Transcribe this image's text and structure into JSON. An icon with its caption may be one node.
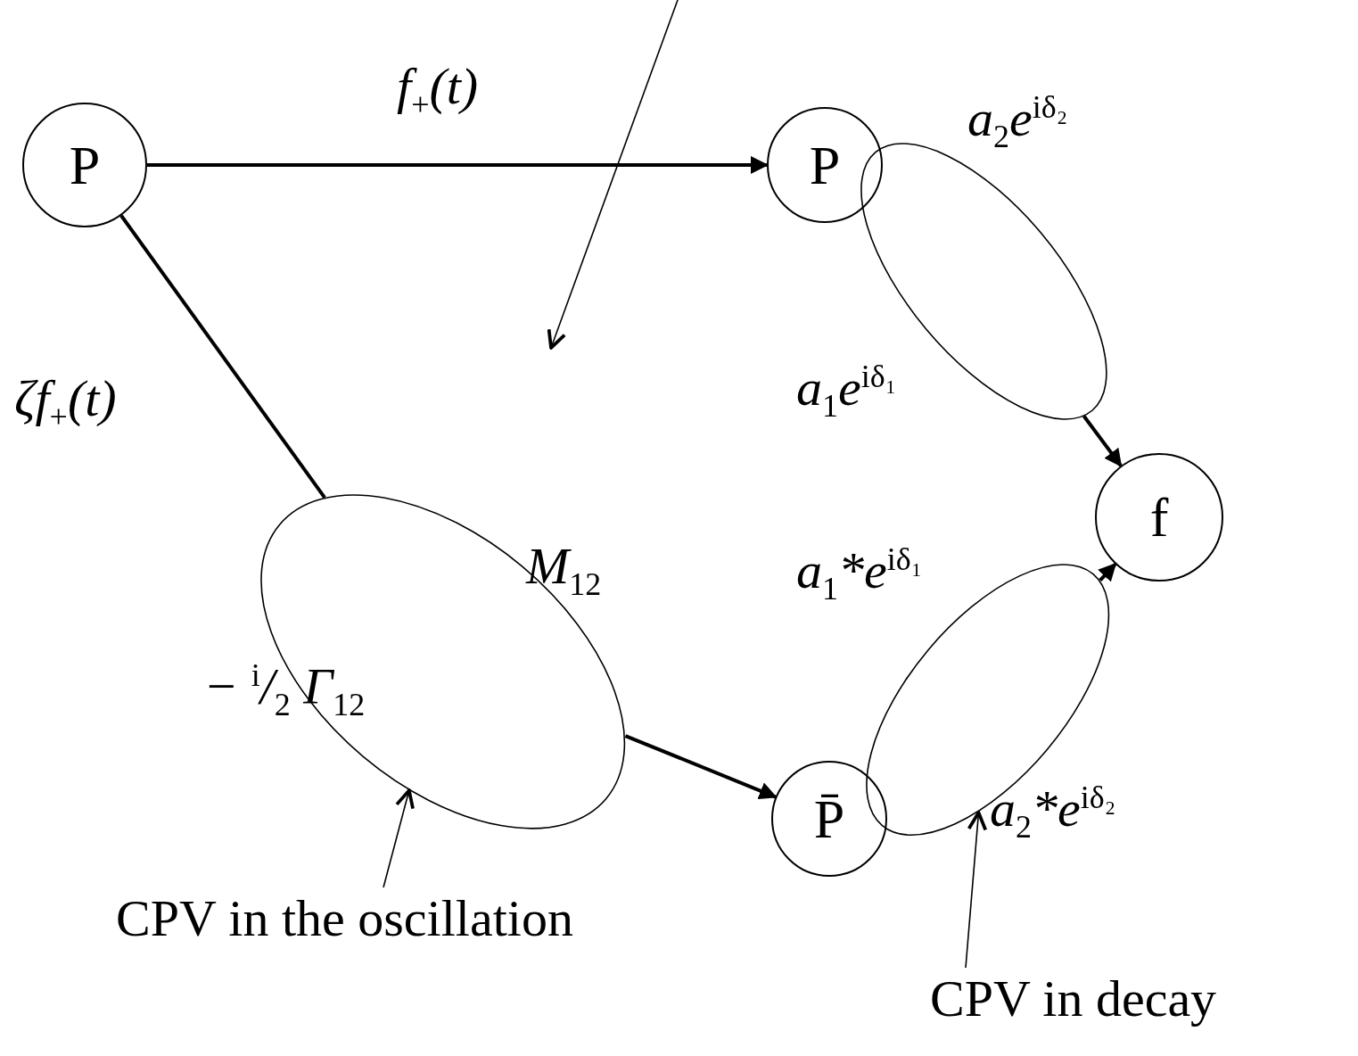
{
  "diagram": {
    "nodes": [
      {
        "text": [
          "P"
        ]
      },
      {
        "text": [
          "P"
        ]
      },
      {
        "text": [],
        "shape": "ellipse",
        "beside": [
          "M$_{12}$",
          "− $^{i}$/$_{2}$ Γ$_{12}$"
        ]
      },
      {
        "text": [
          "P̄"
        ]
      },
      {
        "text": [
          "f"
        ]
      },
      {
        "text": [],
        "shape": "ellipse",
        "beside": [
          "a$_{2}$e$^{iδ₂}$",
          "a$_{1}$e$^{iδ₁}$"
        ]
      },
      {
        "text": [],
        "shape": "ellipse",
        "beside": [
          "a$_{1}$*e$^{iδ₁}$",
          "a$_{2}$*e$^{iδ₂}$"
        ]
      },
      {
        "text": [
          "CPV in the oscillation"
        ]
      },
      {
        "text": [
          "CPV in decay"
        ]
      }
    ],
    "edges": [
      {
        "from": 0,
        "to": 1,
        "arrow": "to",
        "label": "f$_{+}$(t)"
      },
      {
        "from": 0,
        "to": 2,
        "arrow": "none",
        "label": "ζf$_{+}$(t)"
      },
      {
        "from": 2,
        "to": 3,
        "arrow": "to"
      },
      {
        "from": 5,
        "to": 4,
        "arrow": "to"
      },
      {
        "from": 6,
        "to": 4,
        "arrow": "to"
      },
      {
        "from": 7,
        "to": 2,
        "arrow": "to"
      },
      {
        "from": 8,
        "to": 6,
        "arrow": "to"
      }
    ]
  }
}
